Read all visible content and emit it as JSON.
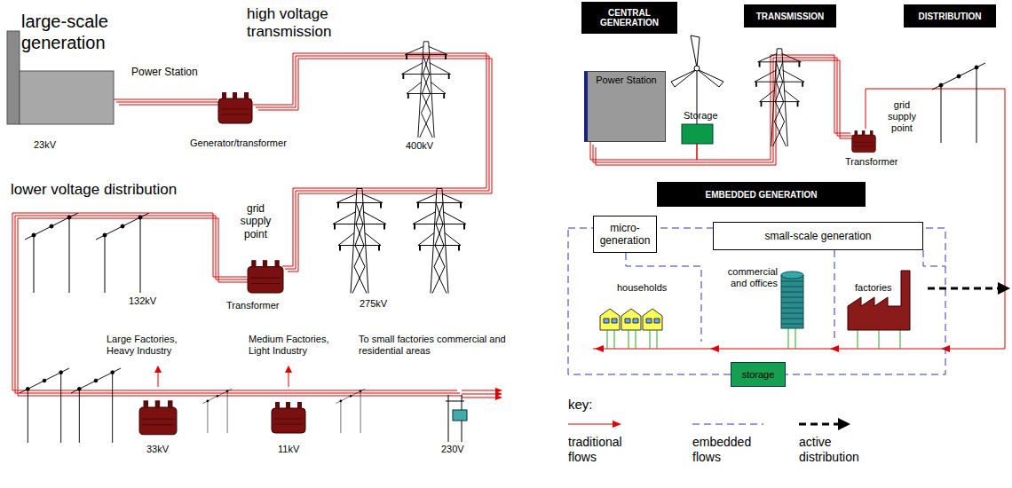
{
  "diagram": {
    "nodes": [
      {
        "text": [
          "CENTRAL GENERATION"
        ]
      },
      {
        "text": [
          "TRANSMISSION"
        ]
      },
      {
        "text": [
          "DISTRIBUTION"
        ]
      },
      {
        "text": [
          "Power Station"
        ]
      },
      {
        "text": [
          "EMBEDDED GENERATION"
        ]
      },
      {
        "text": [
          "micro- generation"
        ]
      },
      {
        "text": [
          "small-scale generation"
        ]
      },
      {
        "text": [
          "storage"
        ]
      }
    ],
    "labels": [
      "large-scale generation",
      "Power Station",
      "high voltage transmission",
      "23kV",
      "Generator/transformer",
      "400kV",
      "lower voltage distribution",
      "grid supply point",
      "132kV",
      "Transformer",
      "275kV",
      "Large Factories, Heavy Industry",
      "Medium Factories, Light Industry",
      "To small factories commercial and residential areas",
      "33kV",
      "11kV",
      "230V",
      "Storage",
      "grid supply point",
      "Transformer",
      "households",
      "commercial and offices",
      "factories",
      "key:"
    ],
    "legend": [
      {
        "text": "traditional flows"
      },
      {
        "text": "embedded flows"
      },
      {
        "text": "active distribution"
      }
    ]
  }
}
